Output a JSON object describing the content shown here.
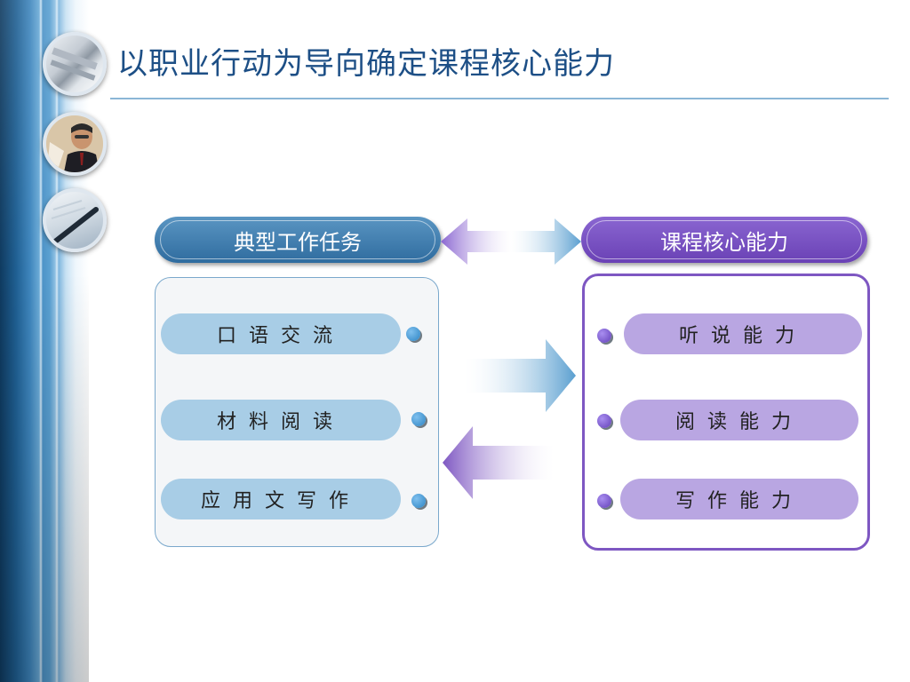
{
  "slide": {
    "title": "以职业行动为导向确定课程核心能力"
  },
  "left": {
    "header": "典型工作任务",
    "items": [
      "口语交流",
      "材料阅读",
      "应用文写作"
    ]
  },
  "right": {
    "header": "课程核心能力",
    "items": [
      "听说能力",
      "阅读能力",
      "写作能力"
    ]
  },
  "colors": {
    "blue_accent": "#2f6c9f",
    "purple_accent": "#6a41b5",
    "title_color": "#1d4f86"
  }
}
